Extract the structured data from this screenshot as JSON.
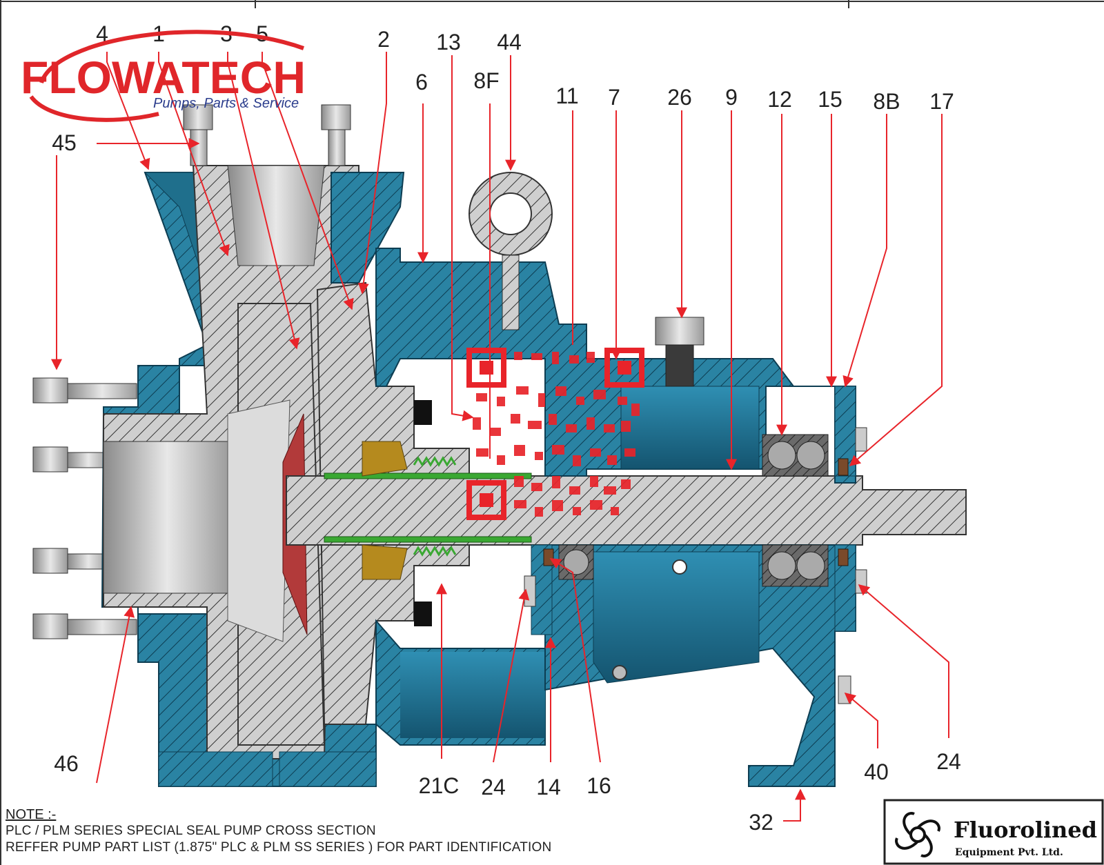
{
  "brand": {
    "name": "FLOWATECH",
    "tagline": "Pumps, Parts & Service"
  },
  "callouts": [
    {
      "label": "4"
    },
    {
      "label": "1"
    },
    {
      "label": "3"
    },
    {
      "label": "5"
    },
    {
      "label": "2"
    },
    {
      "label": "13"
    },
    {
      "label": "44"
    },
    {
      "label": "6"
    },
    {
      "label": "8F"
    },
    {
      "label": "11"
    },
    {
      "label": "7"
    },
    {
      "label": "26"
    },
    {
      "label": "9"
    },
    {
      "label": "12"
    },
    {
      "label": "15"
    },
    {
      "label": "8B"
    },
    {
      "label": "17"
    },
    {
      "label": "45"
    },
    {
      "label": "46"
    },
    {
      "label": "21C"
    },
    {
      "label": "24"
    },
    {
      "label": "14"
    },
    {
      "label": "16"
    },
    {
      "label": "40"
    },
    {
      "label": "24"
    },
    {
      "label": "32"
    }
  ],
  "note": {
    "title": "NOTE :-",
    "line1": "PLC / PLM SERIES SPECIAL SEAL PUMP CROSS  SECTION",
    "line2": "REFFER PUMP PART LIST (1.875\" PLC & PLM SS SERIES ) FOR PART IDENTIFICATION"
  },
  "manufacturer": {
    "name": "Fluorolined",
    "sub": "Equipment Pvt. Ltd."
  },
  "colors": {
    "casing_blue": "#1f7a9a",
    "metal_grey": "#c9c9c9",
    "leader_red": "#e8242a",
    "seal_green": "#3aa832",
    "brass": "#b58a1e",
    "brand_red": "#e0262a",
    "brand_blue": "#2a3c8c"
  }
}
